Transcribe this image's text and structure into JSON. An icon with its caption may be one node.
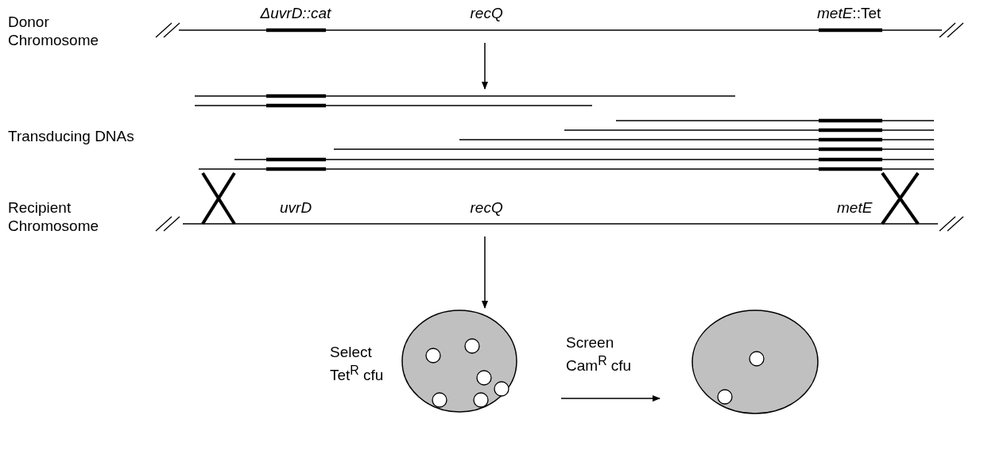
{
  "diagram": {
    "nodes": [
      {
        "text": [],
        "shape": "bar",
        "beside": [
          "Donor Chromosome",
          "ΔuvrD::cat",
          "recQ",
          "*metE*::Tet"
        ]
      },
      {
        "text": [],
        "shape": "bar"
      },
      {
        "text": [
          "uvrD",
          "recQ",
          "metE"
        ],
        "beside": [
          "Recipient Chromosome"
        ]
      },
      {
        "text": [],
        "shape": "circle",
        "beside": [
          "Select Tet$^{R}$ cfu"
        ]
      },
      {
        "text": [],
        "shape": "circle"
      }
    ],
    "edges": [
      {
        "from": 0,
        "to": 1,
        "arrow": "to"
      },
      {
        "from": 2,
        "to": 3,
        "arrow": "to"
      },
      {
        "from": 3,
        "to": 4,
        "arrow": "to",
        "label": "Screen Cam$^{R}$ cfu"
      }
    ],
    "labels": [
      "Transducing DNAs"
    ]
  }
}
